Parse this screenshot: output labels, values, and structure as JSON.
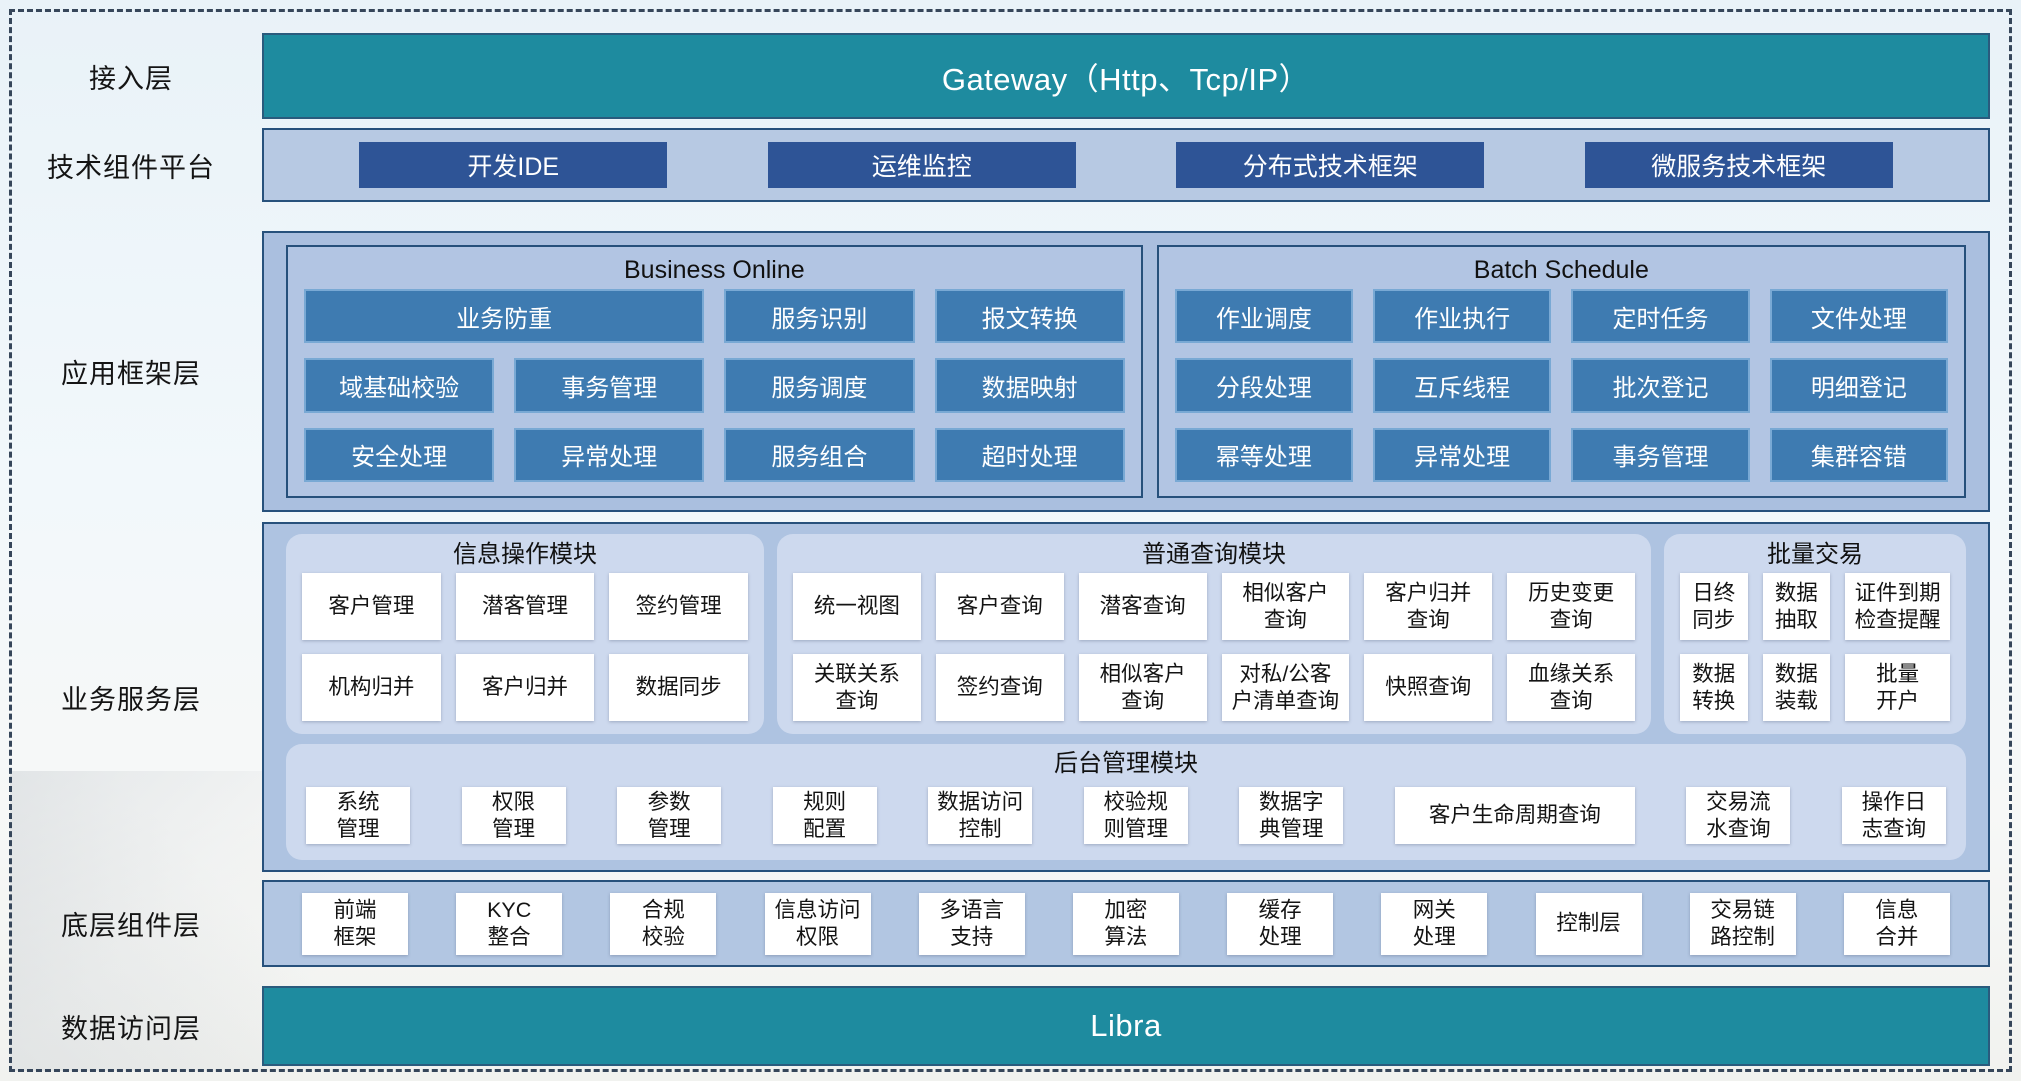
{
  "colors": {
    "teal": "#1e8b9f",
    "dark_blue_button": "#2e5496",
    "steel_blue_button": "#3e7bb1",
    "container_light_blue": "#b7c9e3",
    "module_panel_blue": "#cdd9ee",
    "border_navy": "#27517c",
    "item_box_white": "#ffffff"
  },
  "left_labels": [
    "接入层",
    "技术组件平台",
    "应用框架层",
    "业务服务层",
    "底层组件层",
    "数据访问层"
  ],
  "gateway": {
    "title": "Gateway（Http、Tcp/IP）"
  },
  "tech_platform": {
    "items": [
      "开发IDE",
      "运维监控",
      "分布式技术框架",
      "微服务技术框架"
    ]
  },
  "app_framework": {
    "business_online": {
      "title": "Business Online",
      "items": [
        "业务防重",
        "服务识别",
        "报文转换",
        "域基础校验",
        "事务管理",
        "服务调度",
        "数据映射",
        "安全处理",
        "异常处理",
        "服务组合",
        "超时处理"
      ]
    },
    "batch_schedule": {
      "title": "Batch Schedule",
      "items": [
        "作业调度",
        "作业执行",
        "定时任务",
        "文件处理",
        "分段处理",
        "互斥线程",
        "批次登记",
        "明细登记",
        "幂等处理",
        "异常处理",
        "事务管理",
        "集群容错"
      ]
    }
  },
  "business_service": {
    "info_module": {
      "title": "信息操作模块",
      "items": [
        "客户管理",
        "潜客管理",
        "签约管理",
        "机构归并",
        "客户归并",
        "数据同步"
      ]
    },
    "query_module": {
      "title": "普通查询模块",
      "items": [
        "统一视图",
        "客户查询",
        "潜客查询",
        "相似客户\n查询",
        "客户归并\n查询",
        "历史变更\n查询",
        "关联关系\n查询",
        "签约查询",
        "相似客户\n查询",
        "对私/公客\n户清单查询",
        "快照查询",
        "血缘关系\n查询"
      ]
    },
    "batch_module": {
      "title": "批量交易",
      "items": [
        "日终\n同步",
        "数据\n抽取",
        "证件到期\n检查提醒",
        "数据\n转换",
        "数据\n装载",
        "批量\n开户"
      ]
    },
    "admin_module": {
      "title": "后台管理模块",
      "items": [
        "系统\n管理",
        "权限\n管理",
        "参数\n管理",
        "规则\n配置",
        "数据访问\n控制",
        "校验规\n则管理",
        "数据字\n典管理",
        "客户生命周期查询",
        "交易流\n水查询",
        "操作日\n志查询"
      ]
    }
  },
  "base_components": {
    "items": [
      "前端\n框架",
      "KYC\n整合",
      "合规\n校验",
      "信息访问\n权限",
      "多语言\n支持",
      "加密\n算法",
      "缓存\n处理",
      "网关\n处理",
      "控制层",
      "交易链\n路控制",
      "信息\n合并"
    ]
  },
  "data_access": {
    "title": "Libra"
  }
}
